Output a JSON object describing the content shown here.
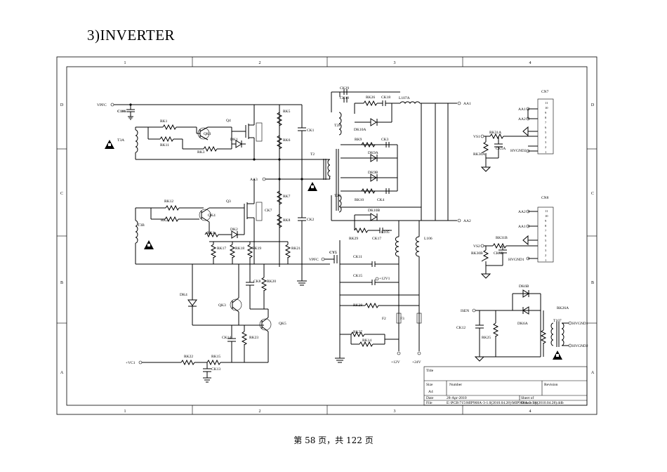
{
  "page": {
    "heading": "3)INVERTER",
    "footer": "第 58 页，共 122 页"
  },
  "grid": {
    "columns": [
      "1",
      "2",
      "3",
      "4"
    ],
    "rows": [
      "D",
      "C",
      "B",
      "A"
    ]
  },
  "title_block": {
    "title_label": "Title",
    "size_label": "Size",
    "size_value": "A4",
    "number_label": "Number",
    "revision_label": "Revision",
    "date_label": "Date",
    "date_value": "28-Apr-2010",
    "sheet_label": "Sheet    of",
    "file_label": "File",
    "file_value": "E:\\PCB\\715\\MIP968A-3-1.0(2010.04.28)\\MIP968A-3-1.0(2010.04.28).ddb",
    "drawn_label": "Drawn By:"
  },
  "nets": {
    "vpfc_top": "VPFC",
    "vpfc_mid": "VPFC",
    "aa1": "AA1",
    "aa2": "AA2",
    "aa3": "AA3",
    "vc1": "+VC1",
    "v12_1": "+12V1",
    "v12": "+12V",
    "v24": "+24V",
    "isen": "ISEN",
    "vs1": "VS1",
    "vs2": "VS2",
    "hvgnd1": "HVGND1",
    "hvgnd2": "HVGND2"
  },
  "components": {
    "c106": "C106",
    "t3a": "T3A",
    "t3b": "T3B",
    "rk1": "RK1",
    "rk11": "RK11",
    "rk3": "RK3",
    "qk1": "QK1",
    "q4": "Q4",
    "dk1": "DK1",
    "rk5": "RK5",
    "rk6": "RK6",
    "rk7": "RK7",
    "rk8": "RK8",
    "ck1": "CK1",
    "ck2": "CK2",
    "t2": "T2",
    "rk12": "RK12",
    "rk2": "RK2",
    "qk4": "QK4",
    "q3": "Q3",
    "ck7": "CK7",
    "rk4": "RK4",
    "dk2": "DK2",
    "rk17": "RK17",
    "rk18": "RK18",
    "rk19": "RK19",
    "rk21": "RK21",
    "dk4": "DK4",
    "qk3": "QK3",
    "ck8": "CK8",
    "rk20": "RK20",
    "qk5": "QK5",
    "ck14": "CK14",
    "rk23": "RK23",
    "rk22": "RK22",
    "rk15": "RK15",
    "ck13": "CK13",
    "ck29": "CK29",
    "ck19": "CK19",
    "rk26": "RK26",
    "ck18": "CK18",
    "l107a": "L107A",
    "t2f": "T2F",
    "dk10a": "DK10A",
    "rk9": "RK9",
    "ck3": "CK3",
    "dk9a": "DK9A",
    "dk9b": "DK9B",
    "t2g": "T2G",
    "rk10": "RK10",
    "ck4": "CK4",
    "dk10b": "DK10B",
    "rk29": "RK29",
    "ck17": "CK17",
    "l105": "L105",
    "l106": "L106",
    "cy5": "CY5",
    "ck11": "CK11",
    "ck15": "CK15",
    "rk28": "RK28",
    "f2": "F2",
    "f3": "F3",
    "rk27": "RK27",
    "rk14": "RK14",
    "cn7": "CN7",
    "cn8": "CN8",
    "rk31a": "RK31A",
    "rk30a": "RK30A",
    "ck5a": "CK5A",
    "rk31b": "RK31B",
    "rk30b": "RK30B",
    "ck5b": "CK5B",
    "dk6b": "DK6B",
    "dk6a": "DK6A",
    "rk26a": "RK26A",
    "ck12": "CK12",
    "rk25": "RK25",
    "t107": "T107"
  },
  "connector_pins": [
    "11",
    "10",
    "9",
    "8",
    "7",
    "6",
    "5",
    "4",
    "3",
    "2",
    "1"
  ]
}
